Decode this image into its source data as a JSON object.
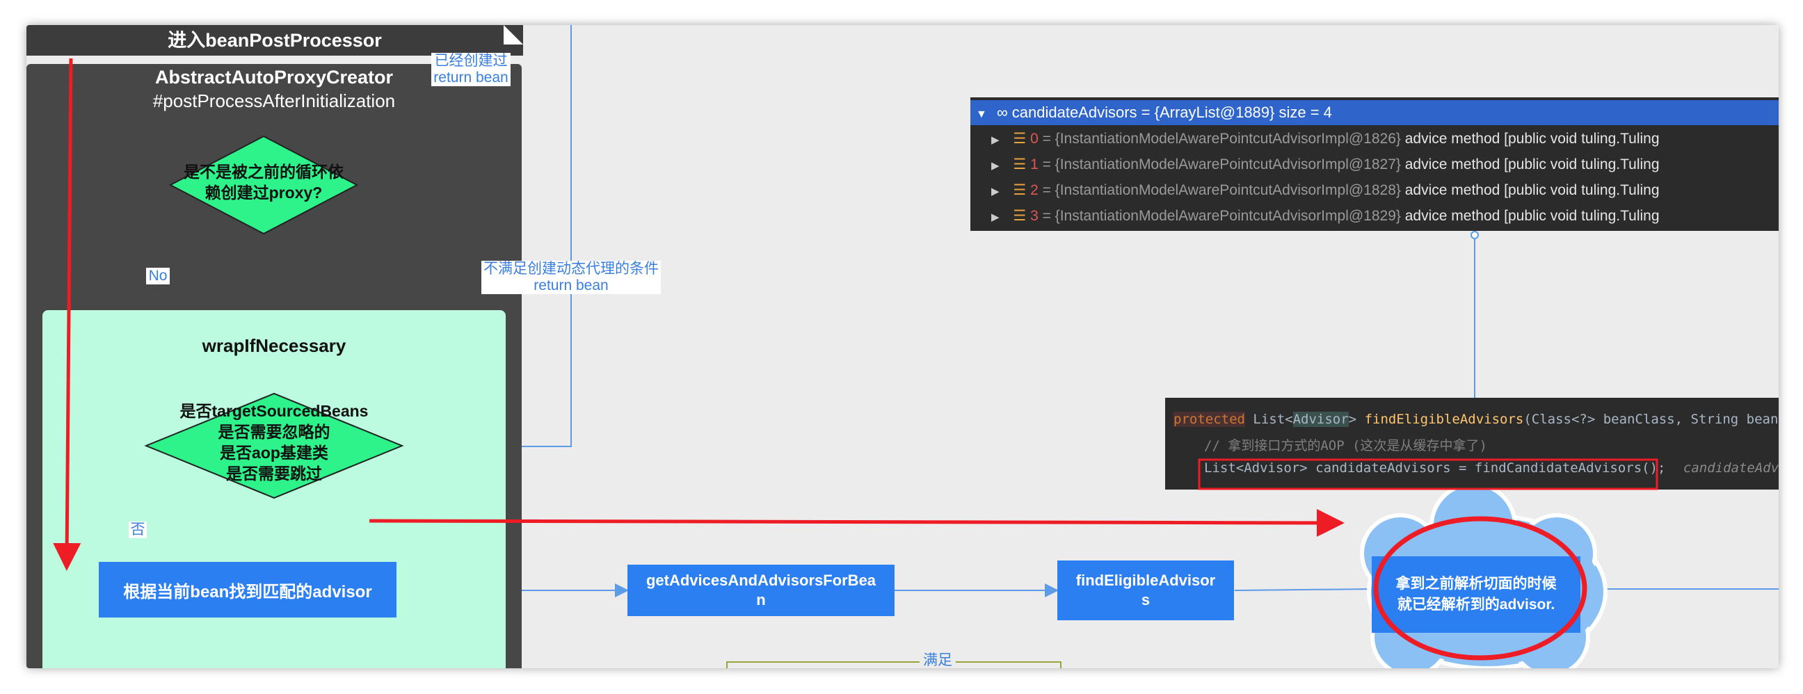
{
  "header": {
    "title": "进入beanPostProcessor"
  },
  "outer": {
    "title": "AbstractAutoProxyCreator",
    "subtitle": "#postProcessAfterInitialization"
  },
  "diamond1": {
    "line1": "是不是被之前的循环依",
    "line2": "赖创建过proxy?"
  },
  "labels": {
    "already_created_1": "已经创建过",
    "already_created_2": "return bean",
    "no": "No",
    "not_meet_1": "不满足创建动态代理的条件",
    "not_meet_2": "return bean",
    "fou": "否",
    "satisfy": "满足"
  },
  "wrap": {
    "title": "wrapIfNecessary"
  },
  "diamond2": {
    "line1": "是否targetSourcedBeans",
    "line2": "是否需要忽略的",
    "line3": "是否aop基建类",
    "line4": "是否需要跳过"
  },
  "boxes": {
    "find_advisor": "根据当前bean找到匹配的advisor",
    "get_advices_1": "getAdvicesAndAdvisorsForBea",
    "get_advices_2": "n",
    "find_eligible_1": "findEligibleAdvisor",
    "find_eligible_2": "s",
    "cloud_1": "拿到之前解析切面的时候",
    "cloud_2": "就已经解析到的advisor."
  },
  "debugger": {
    "header": "∞ candidateAdvisors = {ArrayList@1889}  size = 4",
    "rows": [
      {
        "idx": "0",
        "ref": " = {InstantiationModelAwarePointcutAdvisorImpl@1826}",
        "desc": "advice method [public void tuling.Tuling"
      },
      {
        "idx": "1",
        "ref": " = {InstantiationModelAwarePointcutAdvisorImpl@1827}",
        "desc": "advice method [public void tuling.Tuling"
      },
      {
        "idx": "2",
        "ref": " = {InstantiationModelAwarePointcutAdvisorImpl@1828}",
        "desc": "advice method [public void tuling.Tuling"
      },
      {
        "idx": "3",
        "ref": " = {InstantiationModelAwarePointcutAdvisorImpl@1829}",
        "desc": "advice method [public void tuling.Tuling"
      }
    ]
  },
  "code": {
    "kw_protected": "protected",
    "line1_rest_a": " List<",
    "line1_type": "Advisor",
    "line1_rest_b": "> ",
    "line1_method": "findEligibleAdvisors",
    "line1_params": "(Class<?> beanClass, String beanName)",
    "line2_comment": "// 拿到接口方式的AOP (这次是从缓存中拿了)",
    "line3_code": "List<Advisor> candidateAdvisors = findCandidateAdvisors();",
    "line3_hint": "candidateAdvisors:"
  },
  "colors": {
    "arrow_red": "#ee1c25",
    "connector_blue": "#5b9be8",
    "box_blue": "#2b7ff0",
    "diamond_green": "#2ef28a",
    "panel_mint": "#bcfbdf",
    "panel_dark": "#474747"
  }
}
